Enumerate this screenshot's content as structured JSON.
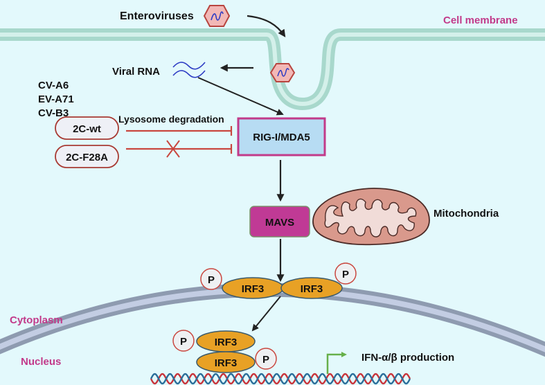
{
  "labels": {
    "enteroviruses": "Enteroviruses",
    "cell_membrane": "Cell membrane",
    "viral_rna": "Viral RNA",
    "virus_strains": [
      "CV-A6",
      "EV-A71",
      "CV-B3"
    ],
    "lysosome_degradation": "Lysosome degradation",
    "mitochondria": "Mitochondria",
    "cytoplasm": "Cytoplasm",
    "nucleus": "Nucleus",
    "ifn_production": "IFN-α/β production"
  },
  "nodes": {
    "wt": "2C-wt",
    "mutant": "2C-F28A",
    "rig": "RIG-I/MDA5",
    "mavs": "MAVS",
    "irf3": "IRF3",
    "phospho": "P"
  },
  "colors": {
    "background": "#e3f9fc",
    "cell_membrane": "#a8d8cc",
    "nuclear_membrane": "#8e9bb0",
    "virus_fill": "#f2b8b6",
    "virus_stroke": "#b8453f",
    "rig_fill": "#b7dcf3",
    "rig_stroke": "#c23a8a",
    "mavs_fill": "#c03a95",
    "irf3_fill": "#e8a125",
    "inhibit": "#c9473f",
    "activate_arrow": "#66b04a",
    "label_accent": "#c23a8a"
  }
}
